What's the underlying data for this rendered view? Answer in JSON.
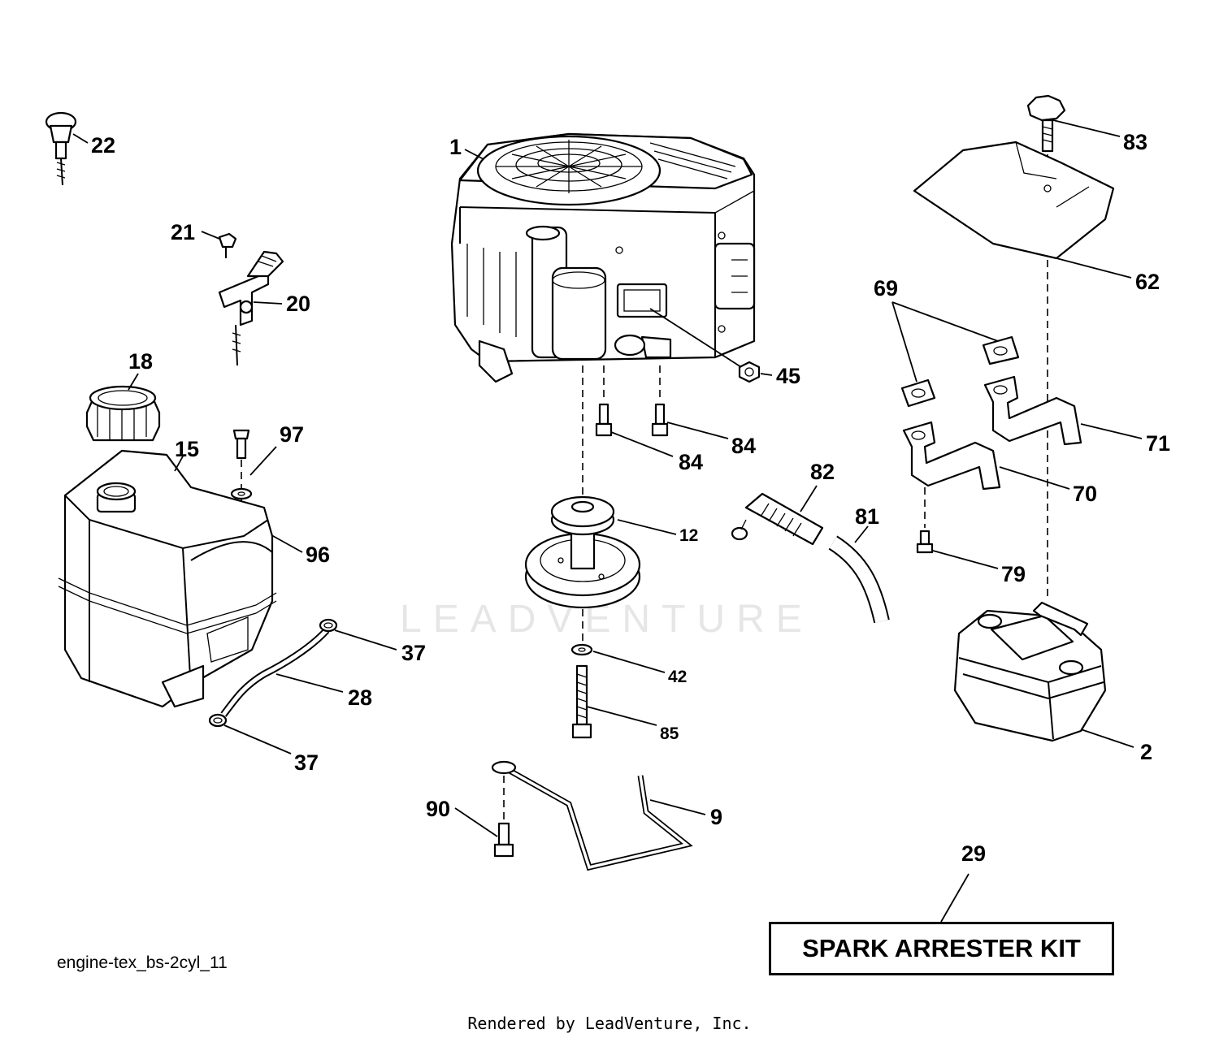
{
  "diagram": {
    "drawing_id": "engine-tex_bs-2cyl_11",
    "watermark": "LEADVENTURE",
    "kit_label": "SPARK ARRESTER KIT",
    "footer": "Rendered by LeadVenture, Inc.",
    "callouts": {
      "c1": "1",
      "c2": "2",
      "c9": "9",
      "c12": "12",
      "c15": "15",
      "c18": "18",
      "c20": "20",
      "c21": "21",
      "c22": "22",
      "c28": "28",
      "c29": "29",
      "c37a": "37",
      "c37b": "37",
      "c42": "42",
      "c45": "45",
      "c62": "62",
      "c69": "69",
      "c70": "70",
      "c71": "71",
      "c79": "79",
      "c81": "81",
      "c82": "82",
      "c83": "83",
      "c84a": "84",
      "c84b": "84",
      "c85": "85",
      "c90": "90",
      "c96": "96",
      "c97": "97"
    }
  }
}
